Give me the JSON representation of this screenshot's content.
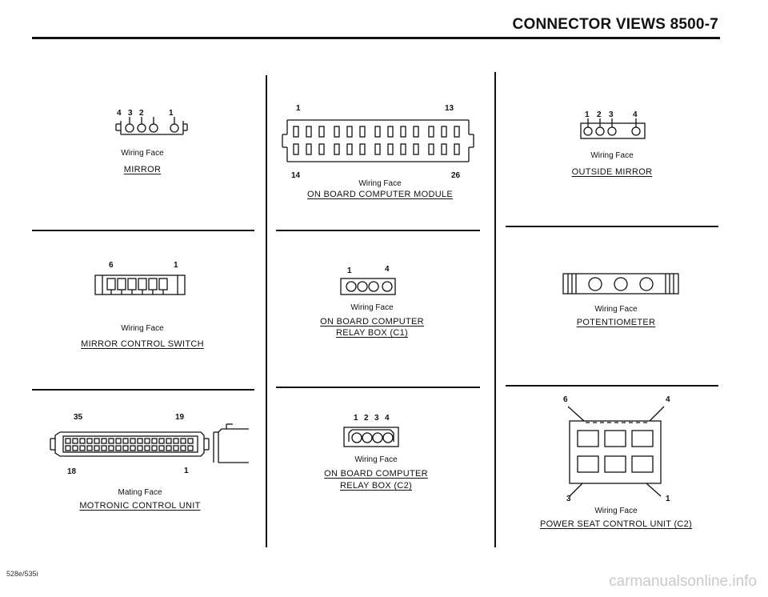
{
  "header": {
    "title": "CONNECTOR VIEWS 8500-7"
  },
  "connectors": {
    "mirror": {
      "pins": [
        "4",
        "3",
        "2",
        "1"
      ],
      "face": "Wiring Face",
      "name": "MIRROR"
    },
    "obc_module": {
      "pin_tl": "1",
      "pin_tr": "13",
      "pin_bl": "14",
      "pin_br": "26",
      "face": "Wiring Face",
      "name": "ON BOARD COMPUTER MODULE"
    },
    "outside_mirror": {
      "pins": [
        "1",
        "2",
        "3",
        "4"
      ],
      "face": "Wiring Face",
      "name": "OUTSIDE MIRROR"
    },
    "mirror_switch": {
      "pin_l": "6",
      "pin_r": "1",
      "face": "Wiring Face",
      "name": "MIRROR CONTROL SWITCH"
    },
    "relay_c1": {
      "pin_l": "1",
      "pin_r": "4",
      "face": "Wiring Face",
      "name_line1": "ON BOARD COMPUTER",
      "name_line2": "RELAY BOX (C1)"
    },
    "potentiometer": {
      "face": "Wiring Face",
      "name": "POTENTIOMETER"
    },
    "motronic": {
      "pin_tl": "35",
      "pin_tr": "19",
      "pin_bl": "18",
      "pin_br": "1",
      "face": "Mating Face",
      "name": "MOTRONIC CONTROL UNIT"
    },
    "relay_c2": {
      "pins": [
        "1",
        "2",
        "3",
        "4"
      ],
      "face": "Wiring Face",
      "name_line1": "ON BOARD COMPUTER",
      "name_line2": "RELAY BOX (C2)"
    },
    "power_seat": {
      "pin_tl": "6",
      "pin_tr": "4",
      "pin_bl": "3",
      "pin_br": "1",
      "face": "Wiring Face",
      "name": "POWER SEAT CONTROL UNIT (C2)"
    }
  },
  "footer": {
    "code": "528e/535i",
    "watermark": "carmanualsonline.info"
  }
}
